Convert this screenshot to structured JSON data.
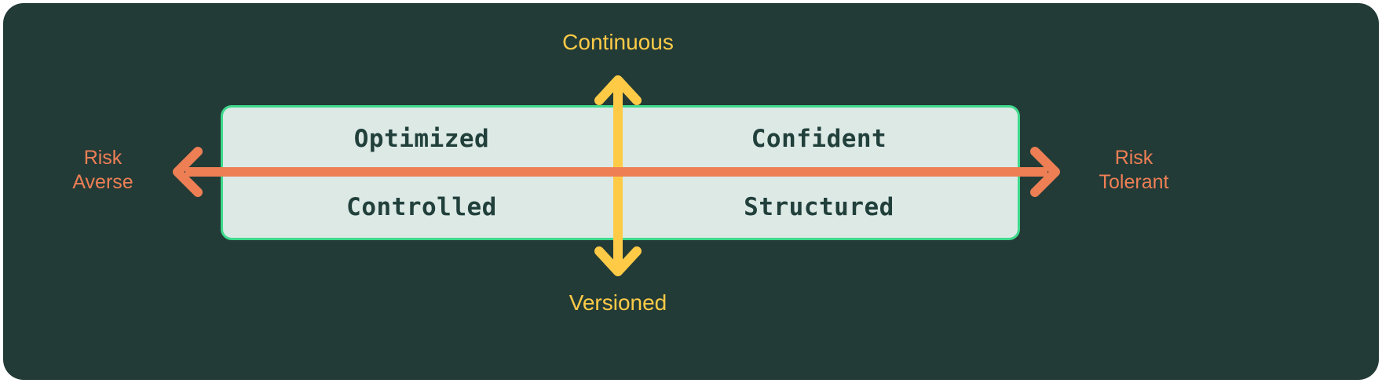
{
  "diagram": {
    "type": "quadrant-matrix",
    "colors": {
      "panel_background": "#233B37",
      "card_fill": "#DCE9E5",
      "card_border": "#3ED98B",
      "vertical_axis": "#FFCB47",
      "horizontal_axis": "#EE7F55",
      "quadrant_text": "#22403B",
      "page_background": "#FFFFFF"
    },
    "axes": {
      "vertical": {
        "name": "release-cadence-axis",
        "color": "#FFCB47",
        "top_label": "Continuous",
        "bottom_label": "Versioned"
      },
      "horizontal": {
        "name": "risk-posture-axis",
        "color": "#EE7F55",
        "left_label_lines": [
          "Risk",
          "Averse"
        ],
        "right_label_lines": [
          "Risk",
          "Tolerant"
        ]
      }
    },
    "quadrants": [
      {
        "position": "top-left",
        "label": "Optimized"
      },
      {
        "position": "top-right",
        "label": "Confident"
      },
      {
        "position": "bottom-left",
        "label": "Controlled"
      },
      {
        "position": "bottom-right",
        "label": "Structured"
      }
    ],
    "icons": {
      "arrow_up": "arrow-up-icon",
      "arrow_down": "arrow-down-icon",
      "arrow_left": "arrow-left-icon",
      "arrow_right": "arrow-right-icon"
    }
  }
}
